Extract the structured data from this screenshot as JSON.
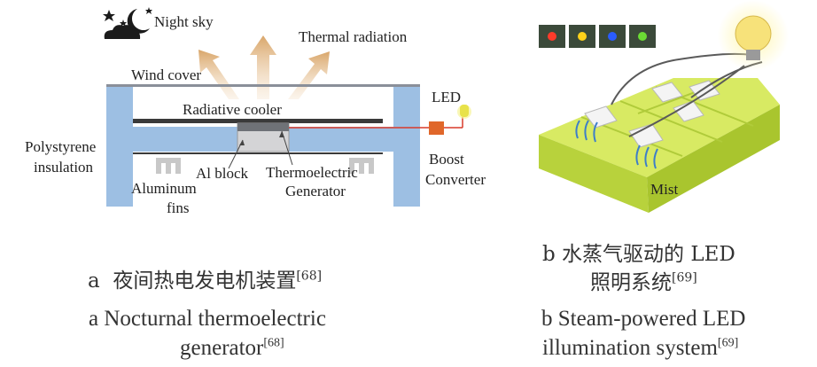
{
  "panel_a": {
    "labels": {
      "night_sky": "Night sky",
      "thermal_radiation": "Thermal radiation",
      "wind_cover": "Wind cover",
      "radiative_cooler": "Radiative cooler",
      "led": "LED",
      "polystyrene_1": "Polystyrene",
      "polystyrene_2": "insulation",
      "al_block": "Al block",
      "teg_1": "Thermoelectric",
      "teg_2": "Generator",
      "boost_1": "Boost",
      "boost_2": "Converter",
      "fins_1": "Aluminum",
      "fins_2": "fins"
    },
    "caption_cn_prefix": "a",
    "caption_cn": "夜间热电发电机装置",
    "caption_cn_ref": "[68]",
    "caption_en_line1": "a  Nocturnal thermoelectric",
    "caption_en_line2": "generator",
    "caption_en_ref": "[68]"
  },
  "panel_b": {
    "labels": {
      "mist": "Mist"
    },
    "caption_cn_line1": "b  水蒸气驱动的 LED",
    "caption_cn_line2": "照明系统",
    "caption_cn_ref": "[69]",
    "caption_en_line1": "b  Steam-powered LED",
    "caption_en_line2": "illumination system",
    "caption_en_ref": "[69]"
  },
  "colors": {
    "insulation_blue": "#9dbfe3",
    "frame_gray": "#8a8f99",
    "arrow_tan": "#d9a66a",
    "converter_orange": "#e0672a",
    "wire_red": "#d93a2a",
    "tray_green": "#c9e04a",
    "steam_blue": "#3d7ec9"
  }
}
